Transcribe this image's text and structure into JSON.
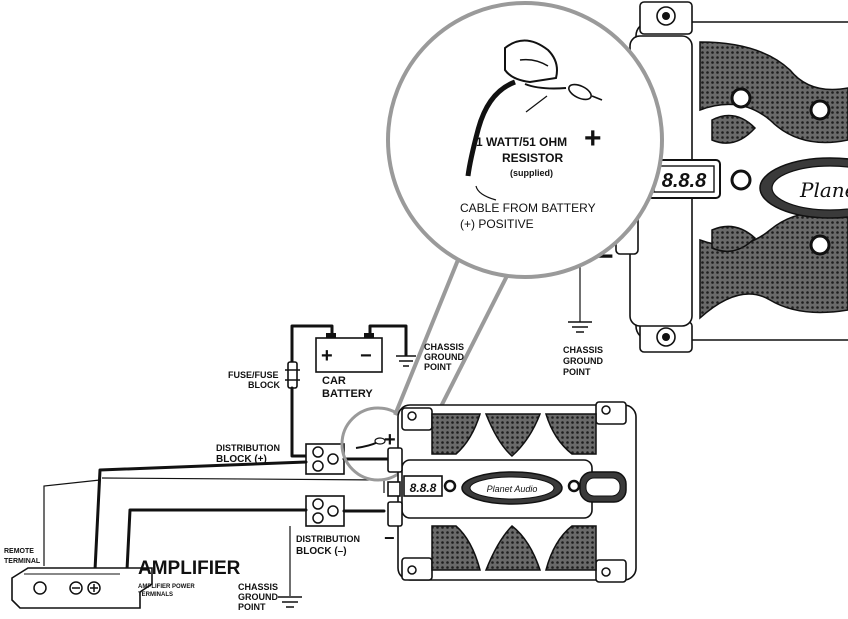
{
  "labels": {
    "resistor_line1": "1 WATT/51 OHM",
    "resistor_line2": "RESISTOR",
    "resistor_line3": "(supplied)",
    "cable_line1": "CABLE FROM BATTERY",
    "cable_line2": "(+) POSITIVE",
    "big_plus": "+",
    "big_minus": "−",
    "chassis_top_1": "CHASSIS",
    "chassis_top_2": "GROUND",
    "chassis_top_3": "POINT",
    "chassis_mid_1": "CHASSIS",
    "chassis_mid_2": "GROUND",
    "chassis_mid_3": "POINT",
    "chassis_bot_1": "CHASSIS",
    "chassis_bot_2": "GROUND",
    "chassis_bot_3": "POINT",
    "fuse_1": "FUSE/FUSE",
    "fuse_2": "BLOCK",
    "battery_1": "CAR",
    "battery_2": "BATTERY",
    "battery_plus": "+",
    "battery_minus": "−",
    "dist_pos_1": "DISTRIBUTION",
    "dist_pos_2": "BLOCK (+)",
    "dist_neg_1": "DISTRIBUTION",
    "dist_neg_2": "BLOCK (–)",
    "remote_1": "REMOTE",
    "remote_2": "TERMINAL",
    "amplifier": "AMPLIFIER",
    "amp_terminals_1": "AMPLIFIER POWER",
    "amp_terminals_2": "TERMINALS",
    "cap_plus": "+",
    "cap_minus": "−",
    "display_large": "8.8.8",
    "display_small": "8.8.8",
    "brand_large": "Planet",
    "brand_small": "Planet Audio"
  },
  "colors": {
    "ink": "#111111",
    "mesh": "#555555",
    "callout_circle": "#9a9a9a"
  }
}
